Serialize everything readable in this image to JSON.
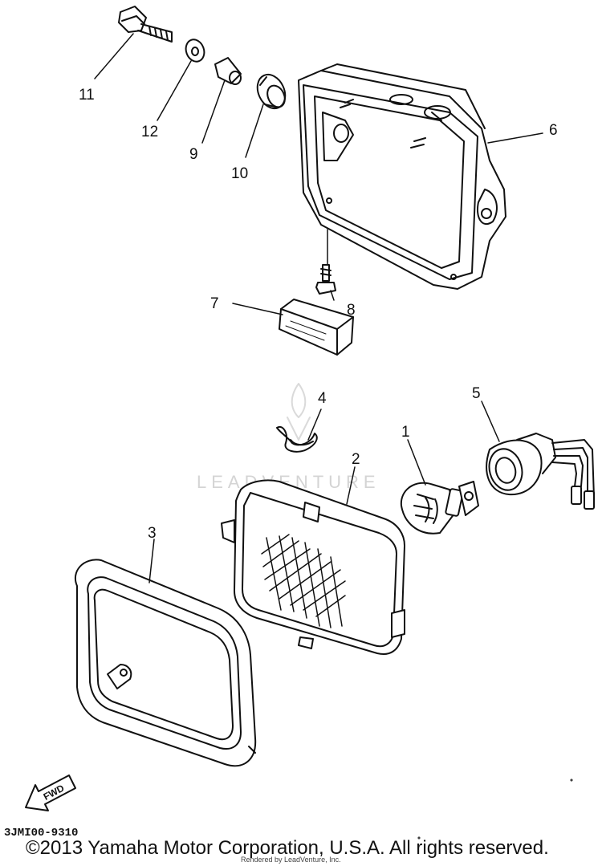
{
  "callouts": {
    "p1": "1",
    "p2": "2",
    "p3": "3",
    "p4": "4",
    "p5": "5",
    "p6": "6",
    "p7": "7",
    "p8": "8",
    "p9": "9",
    "p10": "10",
    "p11": "11",
    "p12": "12"
  },
  "fwd_label": "FWD",
  "watermark": "LEADVENTURE",
  "diagram_code": "3JMI00-9310",
  "copyright": "©2013 Yamaha Motor Corporation, U.S.A. All rights reserved.",
  "rendered_by": "Rendered by LeadVenture, Inc."
}
